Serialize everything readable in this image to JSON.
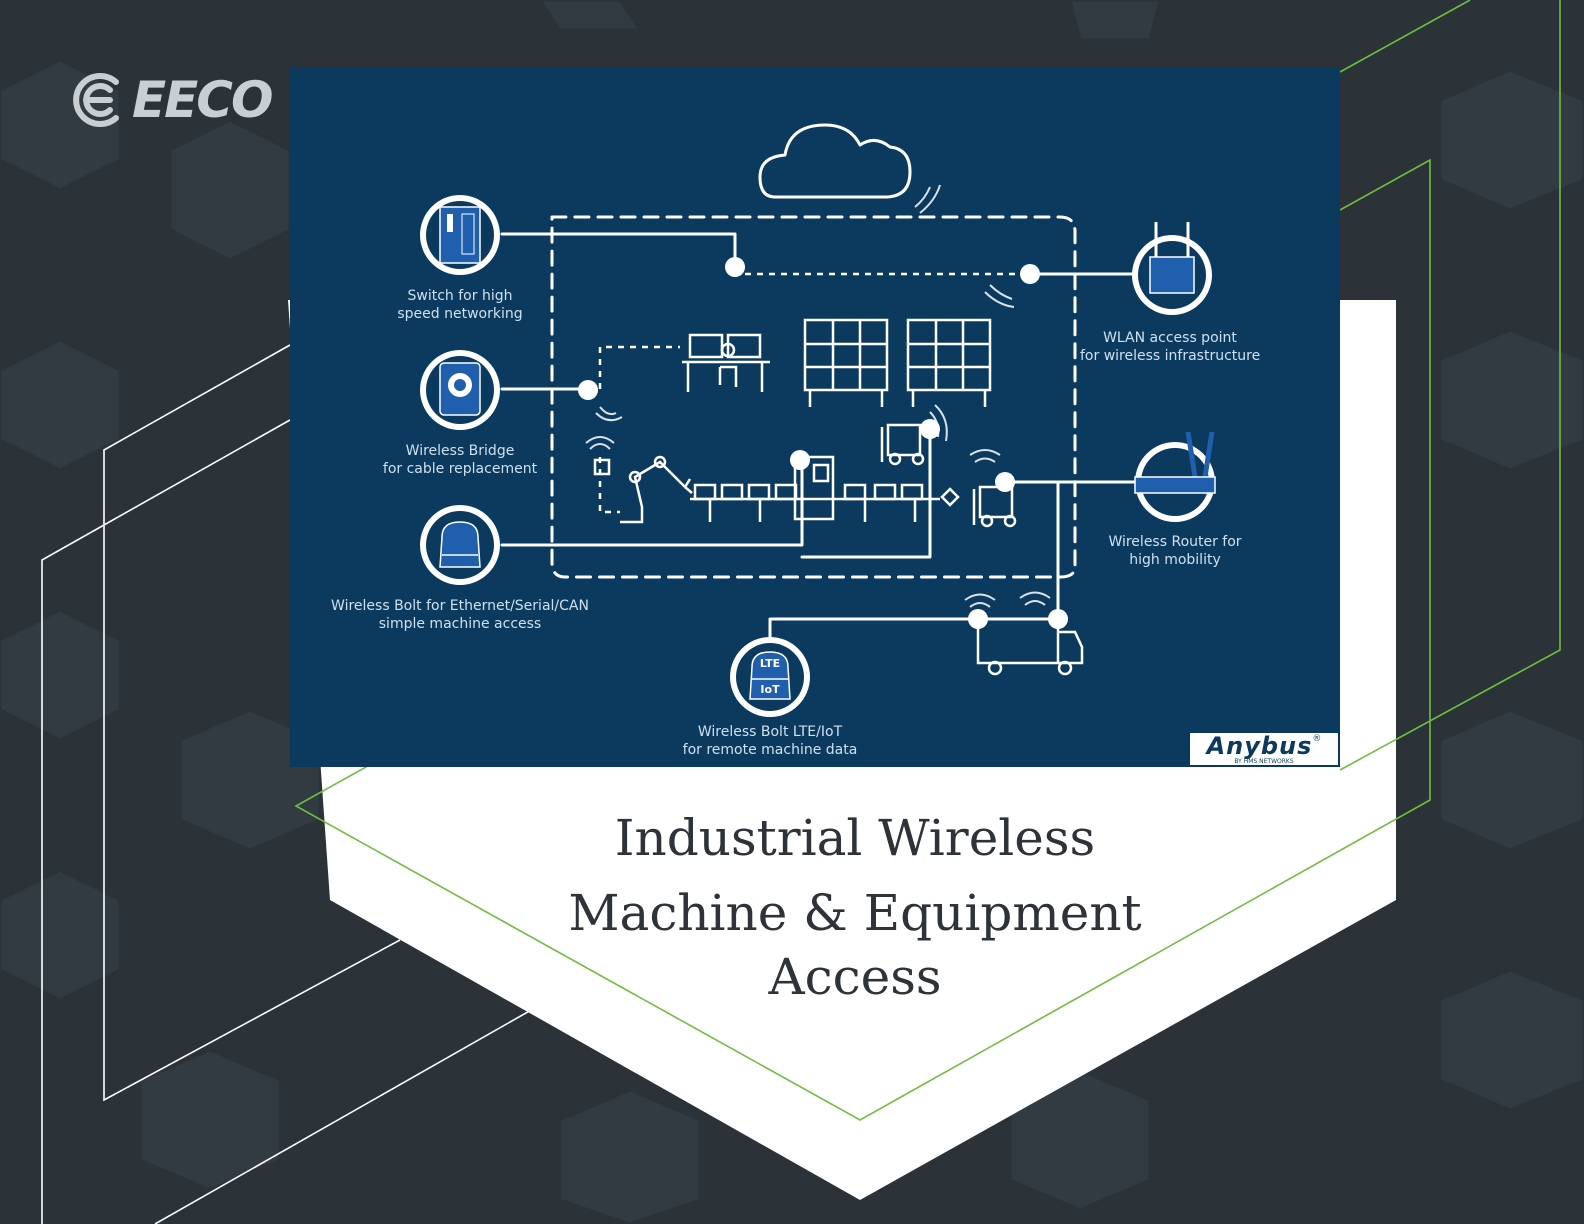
{
  "brand": {
    "logo_text": "EECO",
    "logo_icon": "eeco-swirl-icon"
  },
  "title": {
    "line1": "Industrial Wireless",
    "line2": "Machine & Equipment",
    "line3": "Access"
  },
  "diagram": {
    "labels": {
      "switch_l1": "Switch for high",
      "switch_l2": "speed networking",
      "bridge_l1": "Wireless Bridge",
      "bridge_l2": "for cable replacement",
      "bolt_l1": "Wireless Bolt for Ethernet/Serial/CAN",
      "bolt_l2": "simple machine access",
      "lte_l1": "Wireless Bolt LTE/IoT",
      "lte_l2": "for remote machine data",
      "wlan_l1": "WLAN access point",
      "wlan_l2": "for wireless infrastructure",
      "router_l1": "Wireless Router for",
      "router_l2": "high mobility"
    },
    "lte_badge_top": "LTE",
    "lte_badge_bottom": "IoT",
    "watermark": {
      "word": "Anybus",
      "mark": "®",
      "sub": "BY HMS NETWORKS"
    }
  },
  "colors": {
    "page_bg": "#2b3339",
    "diagram_bg": "#0b3a5e",
    "accent_green": "#6fbf3e",
    "device_blue": "#1f5fae",
    "title_text": "#2d3338"
  }
}
